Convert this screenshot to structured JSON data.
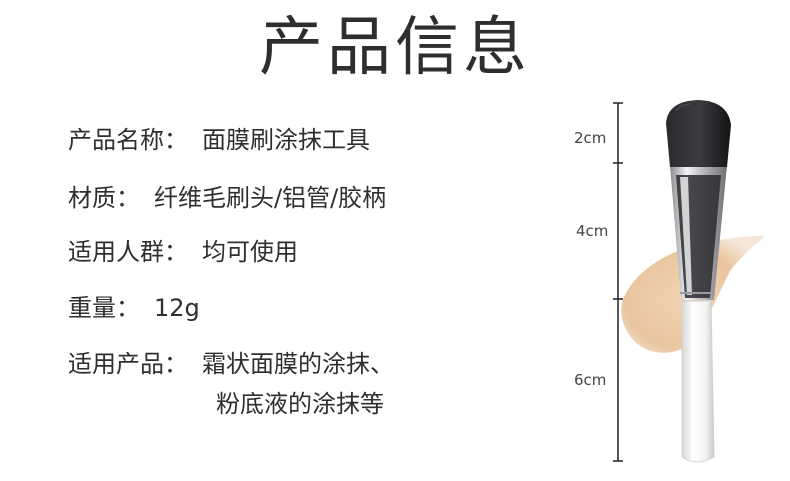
{
  "title": "产品信息",
  "specs": [
    {
      "label": "产品名称：",
      "value": "面膜刷涂抹工具"
    },
    {
      "label": "材质：",
      "value": "纤维毛刷头/铝管/胶柄"
    },
    {
      "label": "适用人群：",
      "value": "均可使用"
    },
    {
      "label": "重量：",
      "value": "12g"
    },
    {
      "label": "适用产品：",
      "value": "霜状面膜的涂抹、",
      "value_line2": "粉底液的涂抹等"
    }
  ],
  "measurements": [
    "2cm",
    "4cm",
    "6cm"
  ],
  "colors": {
    "text": "#2f2f2f",
    "bristle": "#1c1c1e",
    "ferrule": "#c8c8cc",
    "handle": "#f4f4f4",
    "foundation": "#e7bf95"
  }
}
